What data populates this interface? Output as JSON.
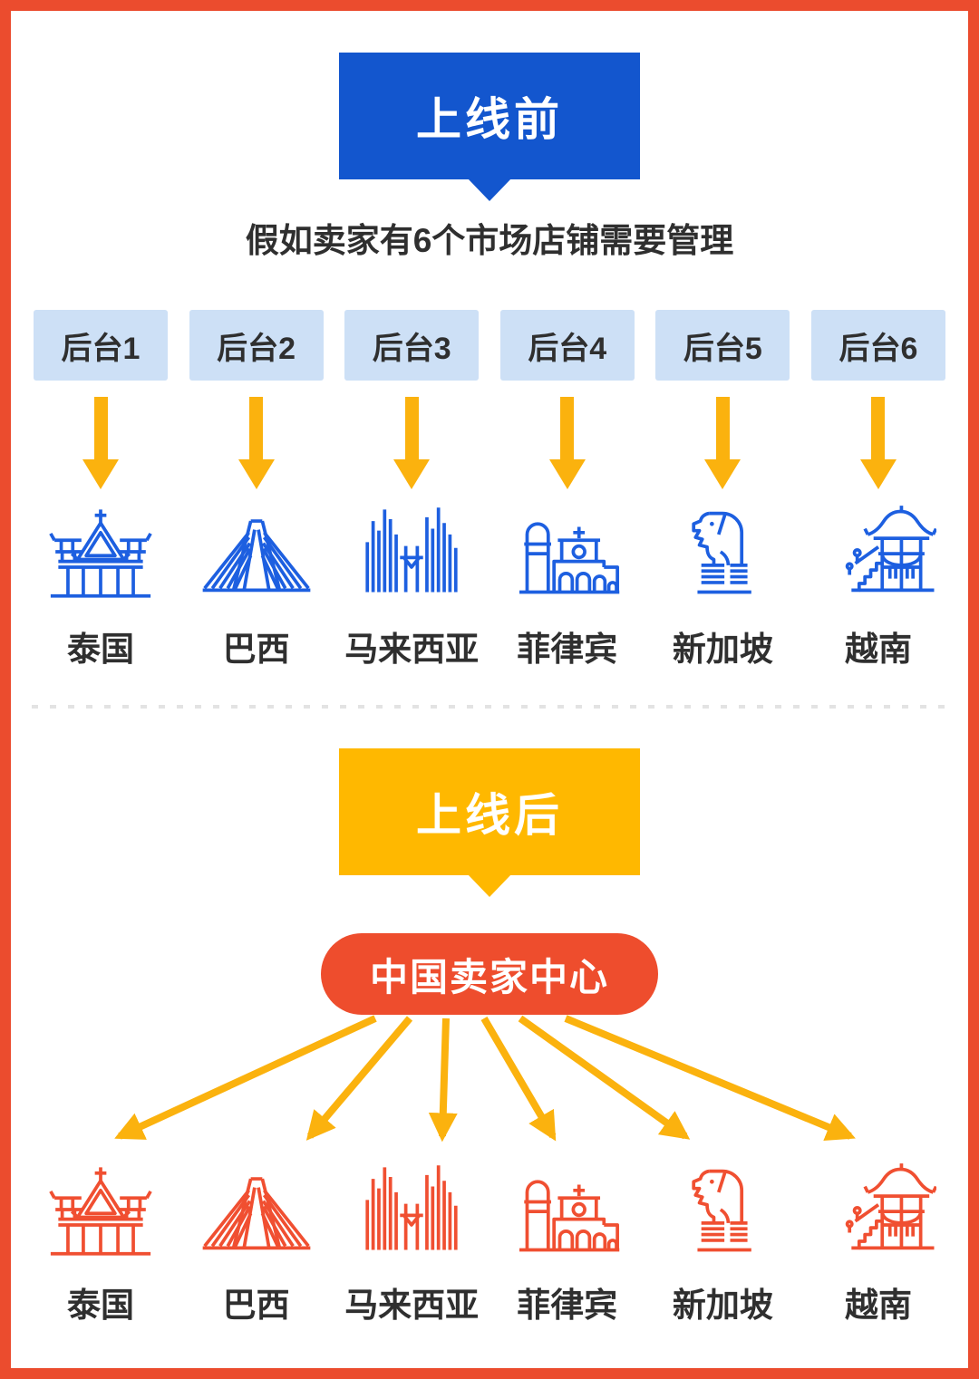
{
  "colors": {
    "border-red": "#EB4C2E",
    "banner-blue": "#1356CE",
    "banner-yellow": "#FFB800",
    "arrow-yellow": "#FBB20E",
    "box-blue": "#CDE0F6",
    "hub-red": "#EE4D2D",
    "icon-blue": "#1D5FE0",
    "icon-red": "#F04F31",
    "text-dark": "#2F2F2F",
    "divider-gray": "#E3E3E3"
  },
  "before": {
    "banner_label": "上线前",
    "subtitle": "假如卖家有6个市场店铺需要管理",
    "backends": [
      "后台1",
      "后台2",
      "后台3",
      "后台4",
      "后台5",
      "后台6"
    ],
    "countries": [
      {
        "label": "泰国",
        "icon": "thailand-temple-icon"
      },
      {
        "label": "巴西",
        "icon": "brazil-bridge-icon"
      },
      {
        "label": "马来西亚",
        "icon": "malaysia-towers-icon"
      },
      {
        "label": "菲律宾",
        "icon": "philippines-church-icon"
      },
      {
        "label": "新加坡",
        "icon": "singapore-merlion-icon"
      },
      {
        "label": "越南",
        "icon": "vietnam-pagoda-icon"
      }
    ]
  },
  "after": {
    "banner_label": "上线后",
    "hub_label": "中国卖家中心",
    "countries": [
      {
        "label": "泰国",
        "icon": "thailand-temple-icon"
      },
      {
        "label": "巴西",
        "icon": "brazil-bridge-icon"
      },
      {
        "label": "马来西亚",
        "icon": "malaysia-towers-icon"
      },
      {
        "label": "菲律宾",
        "icon": "philippines-church-icon"
      },
      {
        "label": "新加坡",
        "icon": "singapore-merlion-icon"
      },
      {
        "label": "越南",
        "icon": "vietnam-pagoda-icon"
      }
    ]
  }
}
